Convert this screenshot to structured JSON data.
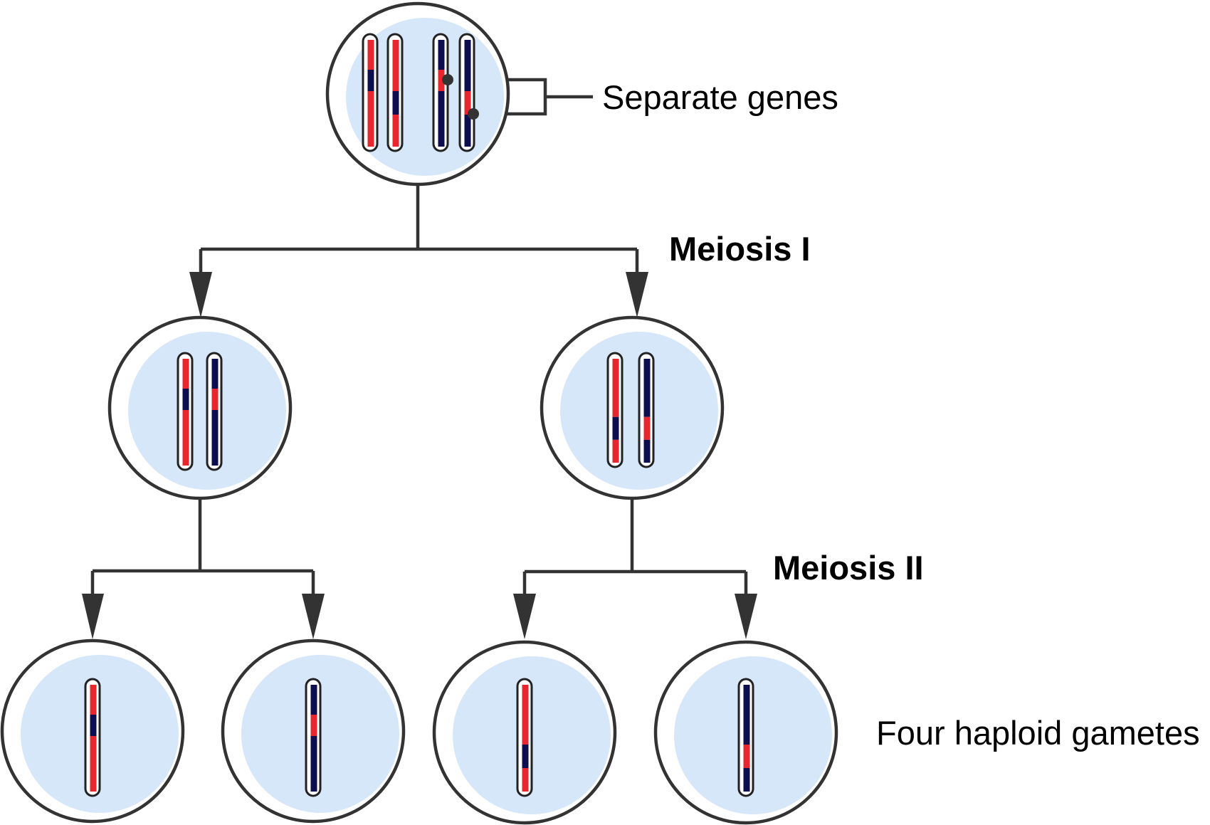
{
  "labels": {
    "separate_genes": "Separate genes",
    "meiosis_1": "Meiosis I",
    "meiosis_2": "Meiosis II",
    "four_gametes": "Four haploid gametes"
  },
  "colors": {
    "cell_fill": "#d6e7fa",
    "cell_stroke": "#333333",
    "red_segment": "#e8262e",
    "blue_segment": "#0d0e4f",
    "connector": "#333333"
  }
}
